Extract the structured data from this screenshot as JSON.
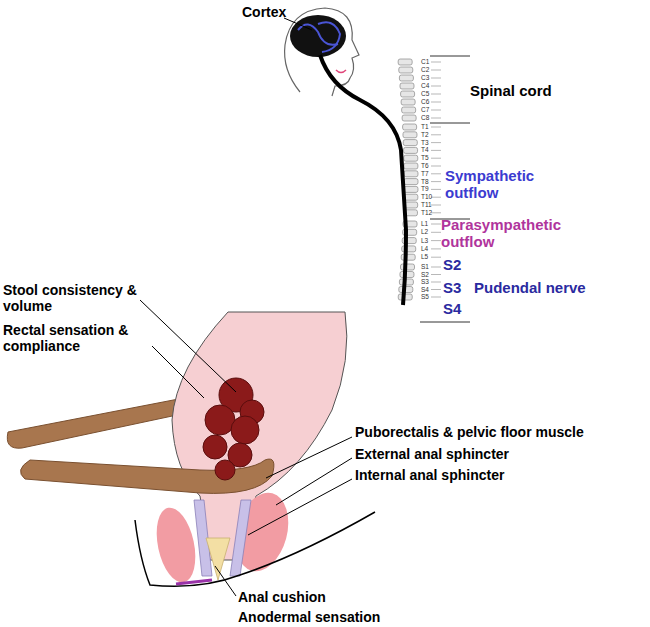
{
  "diagram": {
    "labels": [
      "Cortex",
      "Spinal cord",
      "Sympathetic outflow",
      "Parasympathetic outflow",
      "S2",
      "S3",
      "Pudendal nerve",
      "S4",
      "Stool consistency & volume",
      "Rectal sensation & compliance",
      "Puborectalis & pelvic floor muscle",
      "External anal sphincter",
      "Internal anal sphincter",
      "Anal cushion",
      "Anodermal sensation",
      "C1",
      "C2",
      "C3",
      "C4",
      "C5",
      "C6",
      "C7",
      "C8",
      "T1",
      "T2",
      "T3",
      "T4",
      "T5",
      "T6",
      "T7",
      "T8",
      "T9",
      "T10",
      "T11",
      "T12",
      "L1",
      "L2",
      "L3",
      "L4",
      "L5",
      "S1",
      "S2",
      "S3",
      "S4",
      "S5"
    ]
  }
}
